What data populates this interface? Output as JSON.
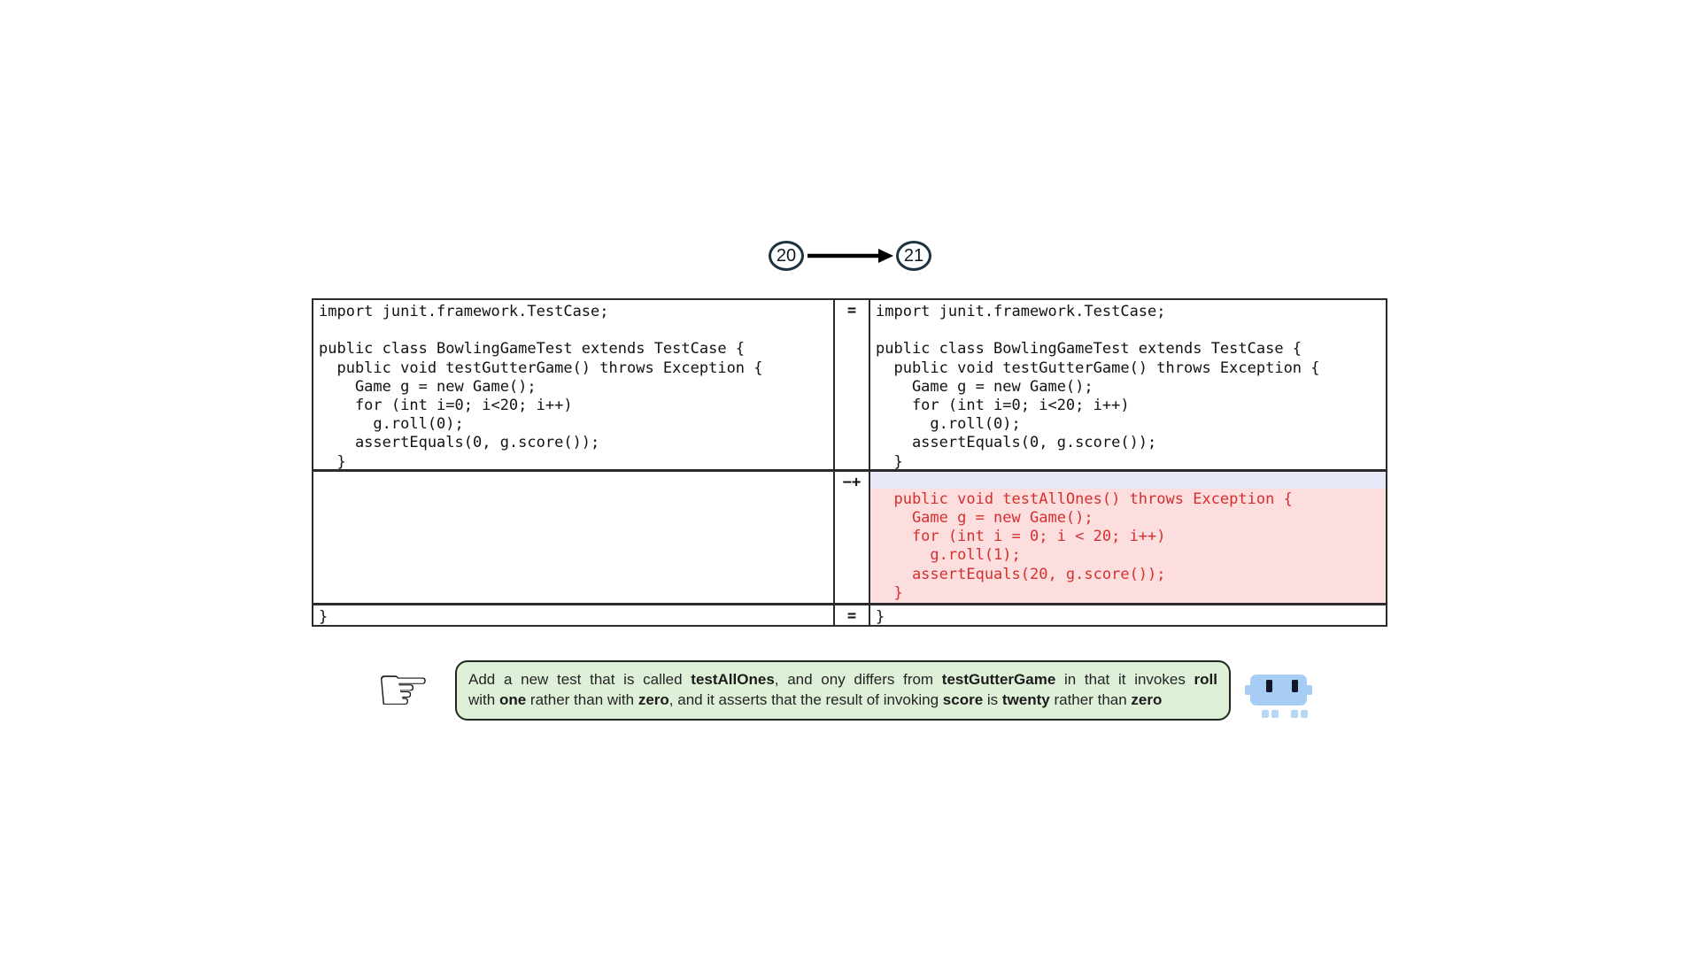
{
  "version_flow": {
    "from": "20",
    "to": "21"
  },
  "diff": {
    "row1": {
      "marker": "=",
      "left_code": "import junit.framework.TestCase;\n\npublic class BowlingGameTest extends TestCase {\n  public void testGutterGame() throws Exception {\n    Game g = new Game();\n    for (int i=0; i<20; i++)\n      g.roll(0);\n    assertEquals(0, g.score());\n  }",
      "right_code": "import junit.framework.TestCase;\n\npublic class BowlingGameTest extends TestCase {\n  public void testGutterGame() throws Exception {\n    Game g = new Game();\n    for (int i=0; i<20; i++)\n      g.roll(0);\n    assertEquals(0, g.score());\n  }"
    },
    "row2": {
      "marker": "−+",
      "left_code": "",
      "added_code": "  public void testAllOnes() throws Exception {\n    Game g = new Game();\n    for (int i = 0; i < 20; i++)\n      g.roll(1);\n    assertEquals(20, g.score());\n  }"
    },
    "row3": {
      "marker": "=",
      "left_code": "}",
      "right_code": "}"
    }
  },
  "instruction": {
    "line1": [
      {
        "text": "Add a new test that is called ",
        "bold": false
      },
      {
        "text": "testAllOnes",
        "bold": true
      },
      {
        "text": ", and ony differs from ",
        "bold": false
      },
      {
        "text": "testGutterGame",
        "bold": true
      },
      {
        "text": " in that it invokes ",
        "bold": false
      },
      {
        "text": "roll",
        "bold": true
      }
    ],
    "line2": [
      {
        "text": "with ",
        "bold": false
      },
      {
        "text": "one",
        "bold": true
      },
      {
        "text": " rather than with ",
        "bold": false
      },
      {
        "text": "zero",
        "bold": true
      },
      {
        "text": ", and it asserts that the result of invoking ",
        "bold": false
      },
      {
        "text": "score",
        "bold": true
      },
      {
        "text": " is ",
        "bold": false
      },
      {
        "text": "twenty",
        "bold": true
      },
      {
        "text": " rather than ",
        "bold": false
      },
      {
        "text": "zero",
        "bold": true
      }
    ]
  },
  "icons": {
    "pointing_hand_glyph": "☞"
  },
  "colors": {
    "border": "#2b2b2b",
    "circle_border": "#1c3440",
    "added_bg": "#fbdedd",
    "added_line_bg": "#e8e9f8",
    "added_text": "#d62f2f",
    "box_bg": "#dff0d9",
    "box_border": "#20281f",
    "robot_blue": "#a8cdf4",
    "robot_feet": "#b7d7f6",
    "robot_eye": "#14162a"
  }
}
